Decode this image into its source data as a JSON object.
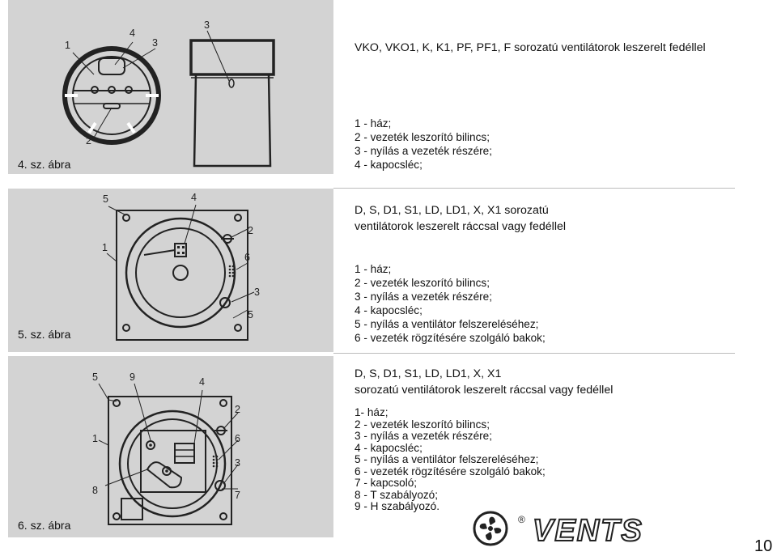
{
  "sections": [
    {
      "figure_label": "4. sz. ábra",
      "title_lines": [
        "VKO, VKO1, K, K1, PF, PF1, F sorozatú ventilátorok leszerelt fedéllel"
      ],
      "items": [
        "1 - ház;",
        "2 - vezeték leszorító bilincs;",
        "3 - nyílás a vezeték részére;",
        "4 - kapocsléc;"
      ],
      "callouts": [
        "1",
        "4",
        "3",
        "3",
        "2"
      ]
    },
    {
      "figure_label": "5. sz. ábra",
      "title_lines": [
        "D, S, D1, S1, LD, LD1, X, X1 sorozatú",
        "ventilátorok leszerelt ráccsal vagy fedéllel"
      ],
      "items": [
        "1 -  ház;",
        "2 - vezeték leszorító bilincs;",
        "3 - nyílás a vezeték részére;",
        "4 - kapocsléc;",
        "5 - nyílás a ventilátor felszereléséhez;",
        "6 - vezeték rögzítésére szolgáló bakok;"
      ],
      "callouts": [
        "5",
        "4",
        "2",
        "1",
        "6",
        "3",
        "5"
      ]
    },
    {
      "figure_label": "6. sz. ábra",
      "title_lines": [
        "D, S, D1, S1, LD, LD1, X, X1",
        "sorozatú ventilátorok leszerelt ráccsal vagy fedéllel"
      ],
      "items": [
        "1- ház;",
        "2 - vezeték leszorító bilincs;",
        "3 - nyílás a vezeték részére;",
        "4 - kapocsléc;",
        "5 - nyílás a ventilátor felszereléséhez;",
        "6 - vezeték rögzítésére szolgáló bakok;",
        "7 - kapcsoló;",
        "8 - T szabályozó;",
        "9 - H szabályozó."
      ],
      "callouts": [
        "5",
        "9",
        "4",
        "2",
        "1",
        "6",
        "3",
        "8",
        "7"
      ]
    }
  ],
  "logo": {
    "text": "VENTS",
    "registered": "®",
    "icon": "fan-logo-icon"
  },
  "page_number": "10"
}
